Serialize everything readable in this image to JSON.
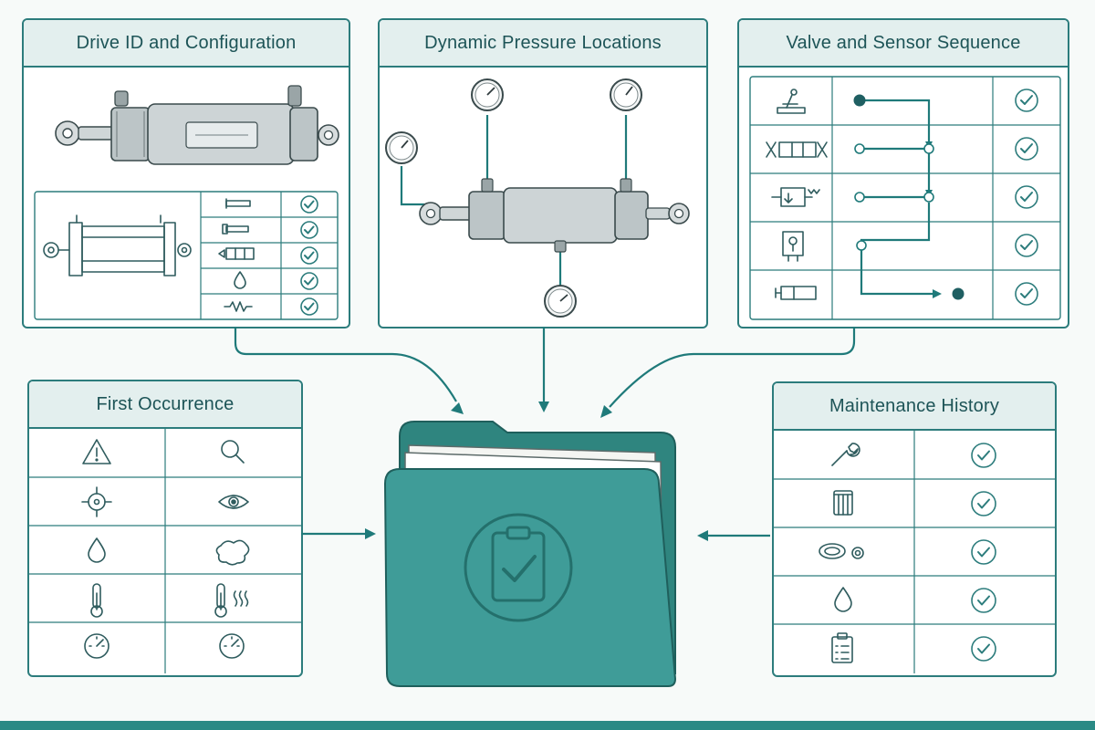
{
  "panels": {
    "drive": {
      "title": "Drive ID and Configuration"
    },
    "pressure": {
      "title": "Dynamic Pressure Locations"
    },
    "valve": {
      "title": "Valve and Sensor Sequence"
    },
    "first": {
      "title": "First Occurrence",
      "rows": [
        [
          "warning-triangle-icon",
          "magnifier-icon"
        ],
        [
          "crosshair-target-icon",
          "eye-icon"
        ],
        [
          "droplet-icon",
          "oil-spill-icon"
        ],
        [
          "thermometer-icon",
          "thermometer-heat-icon"
        ],
        [
          "pressure-gauge-icon",
          "pressure-gauge-icon"
        ]
      ]
    },
    "maintenance": {
      "title": "Maintenance History",
      "rows": [
        "wrench-icon",
        "filter-cartridge-icon",
        "seal-rings-icon",
        "droplet-icon",
        "checklist-icon"
      ]
    }
  },
  "colors": {
    "accent": "#2c7c7c",
    "header_bg": "#e3efee",
    "folder": "#3f9c98",
    "bar": "#2a8a85"
  }
}
